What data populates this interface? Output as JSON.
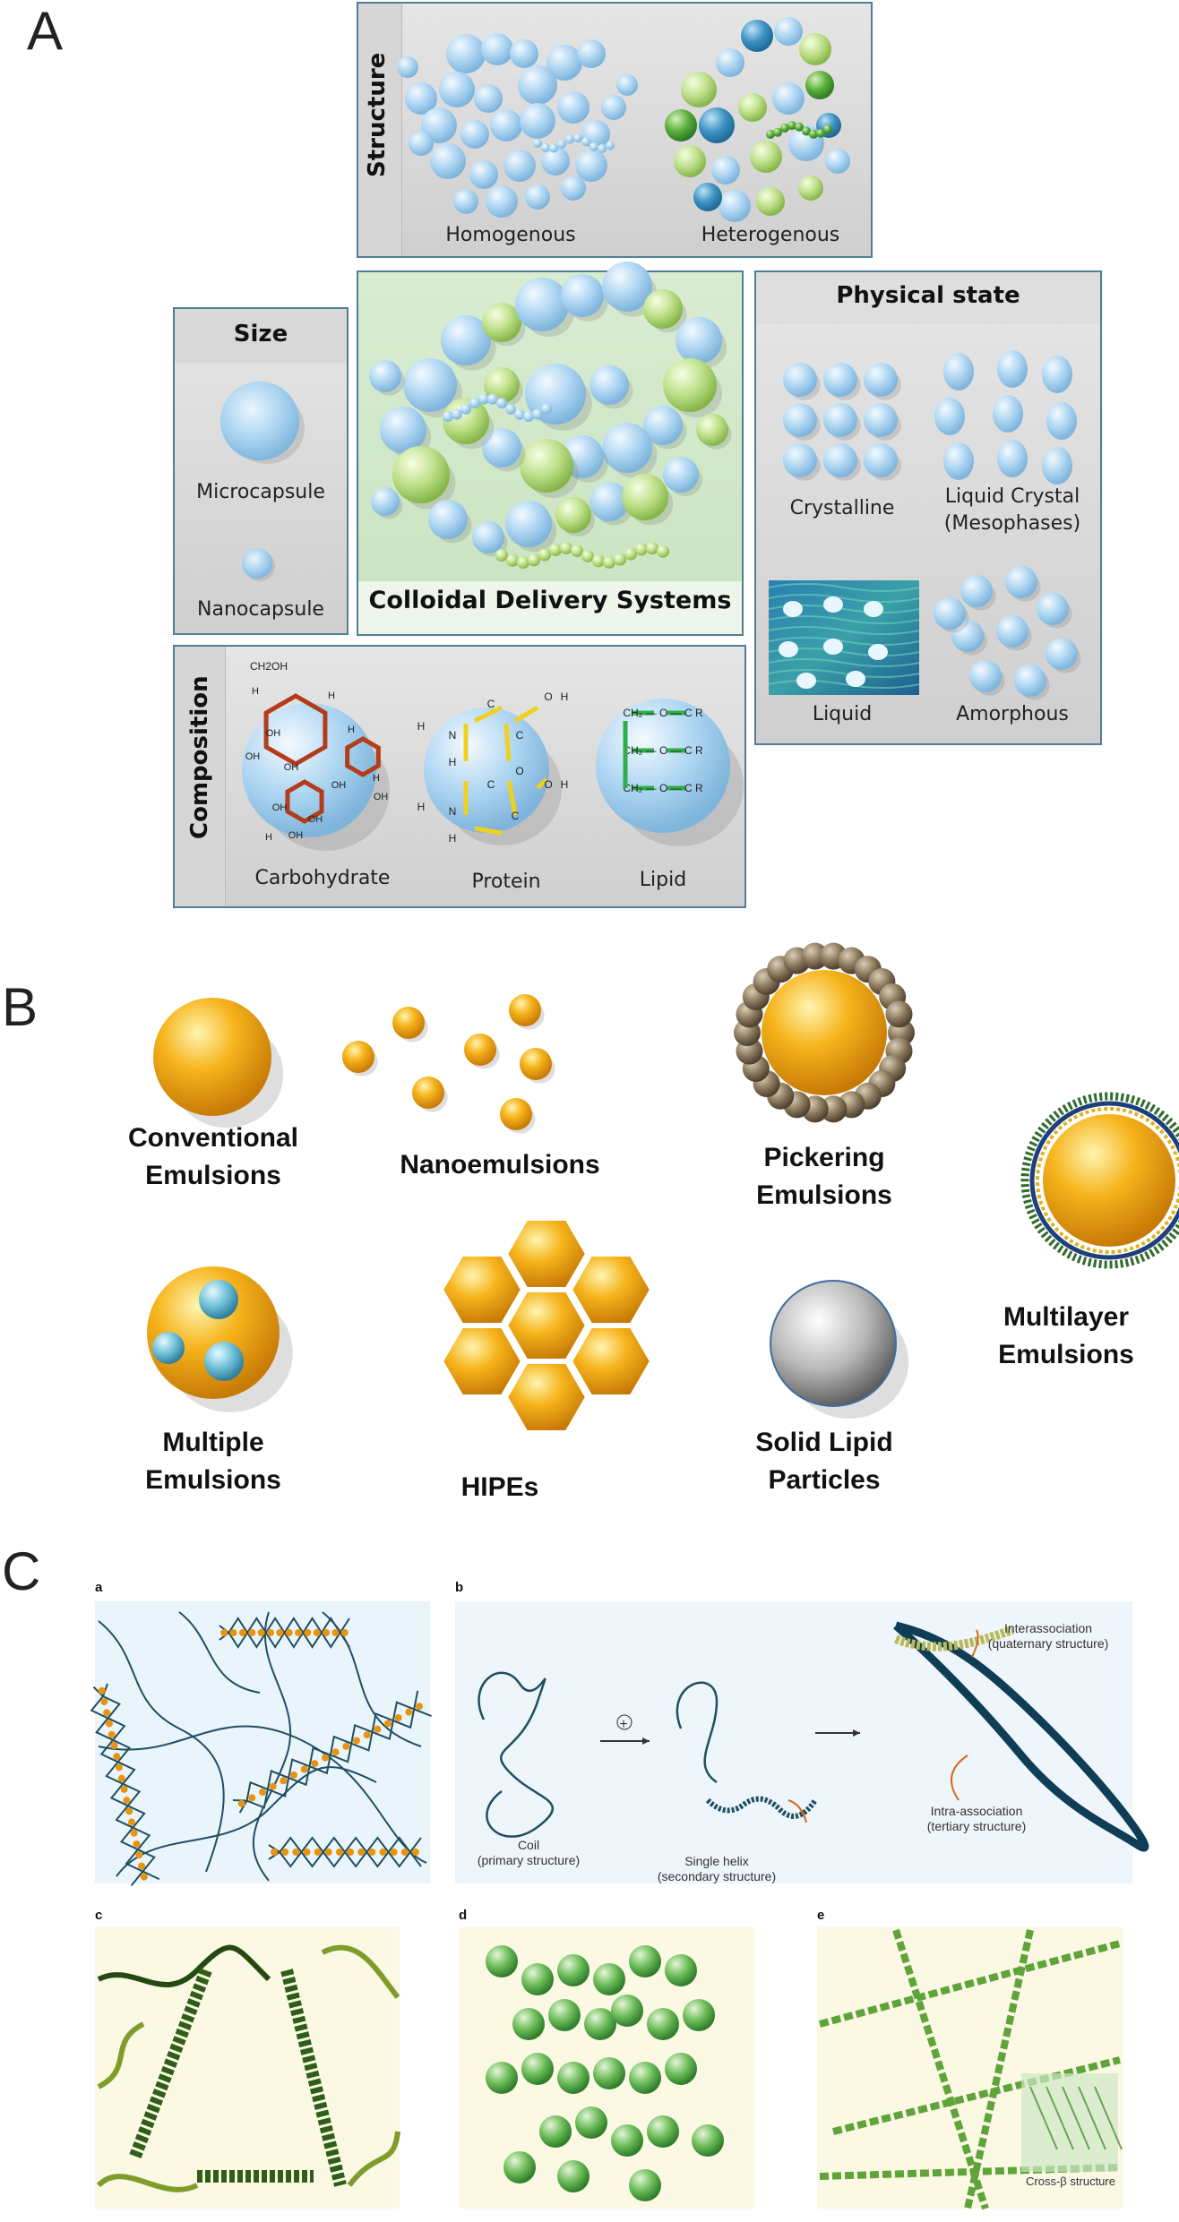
{
  "panelA": {
    "letter": "A",
    "structure": {
      "heading": "Structure",
      "homogenous": "Homogenous",
      "heterogenous": "Heterogenous"
    },
    "size": {
      "heading": "Size",
      "microcapsule": "Microcapsule",
      "nanocapsule": "Nanocapsule"
    },
    "center": {
      "title": "Colloidal Delivery Systems"
    },
    "physical_state": {
      "heading": "Physical state",
      "crystalline": "Crystalline",
      "liquid_crystal_1": "Liquid Crystal",
      "liquid_crystal_2": "(Mesophases)",
      "liquid": "Liquid",
      "amorphous": "Amorphous"
    },
    "composition": {
      "heading": "Composition",
      "carbohydrate": "Carbohydrate",
      "protein": "Protein",
      "lipid": "Lipid",
      "ch2oh": "CH2OH",
      "oh": "OH",
      "h": "H",
      "n": "N",
      "c": "C",
      "o": "O",
      "lipid_row": "CH₂ — O — C R"
    }
  },
  "panelB": {
    "letter": "B",
    "conventional": {
      "line1": "Conventional",
      "line2": "Emulsions"
    },
    "nano": "Nanoemulsions",
    "pickering": {
      "line1": "Pickering",
      "line2": "Emulsions"
    },
    "multilayer": {
      "line1": "Multilayer",
      "line2": "Emulsions"
    },
    "multiple": {
      "line1": "Multiple",
      "line2": "Emulsions"
    },
    "hipes": "HIPEs",
    "solid_lipid": {
      "line1": "Solid Lipid",
      "line2": "Particles"
    }
  },
  "panelC": {
    "letter": "C",
    "sub_a": "a",
    "sub_b": "b",
    "sub_c": "c",
    "sub_d": "d",
    "sub_e": "e",
    "coil_1": "Coil",
    "coil_2": "(primary structure)",
    "helix_1": "Single helix",
    "helix_2": "(secondary structure)",
    "inter_1": "Interassociation",
    "inter_2": "(quaternary structure)",
    "intra_1": "Intra-association",
    "intra_2": "(tertiary structure)",
    "plus": "+",
    "cross_beta": "Cross-β structure"
  },
  "colors": {
    "box_border": "#4f7f96",
    "bubble_blue": "#a9d3f0",
    "bubble_green": "#a8cf6a",
    "orange": "#f2a20f",
    "chain": "#1f4f63",
    "green_bead": "#5aae4e"
  }
}
